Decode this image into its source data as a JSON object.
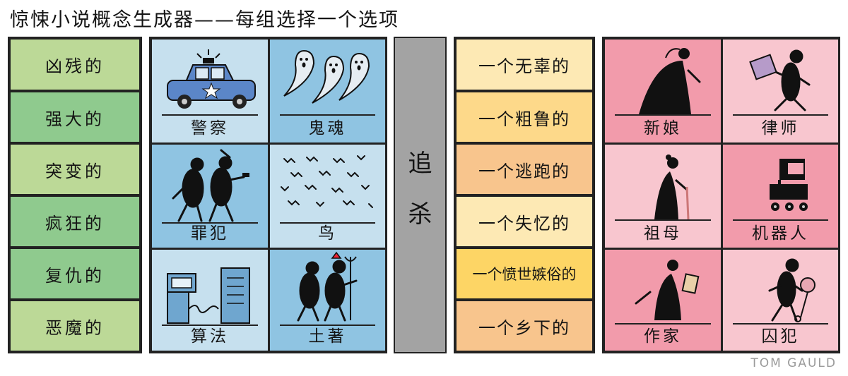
{
  "title": "惊悚小说概念生成器——每组选择一个选项",
  "adjectives": [
    "凶残的",
    "强大的",
    "突变的",
    "疯狂的",
    "复仇的",
    "恶魔的"
  ],
  "nouns": [
    "警察",
    "鬼魂",
    "罪犯",
    "鸟",
    "算法",
    "土著"
  ],
  "verb": [
    "追",
    "杀"
  ],
  "objects_adj": [
    "一个无辜的",
    "一个粗鲁的",
    "一个逃跑的",
    "一个失忆的",
    "一个愤世嫉俗的",
    "一个乡下的"
  ],
  "objects": [
    "新娘",
    "律师",
    "祖母",
    "机器人",
    "作家",
    "囚犯"
  ],
  "credit": "TOM GAULD",
  "colors": {
    "adj_rows": [
      "#bcd997",
      "#8fca8e",
      "#bcd997",
      "#8fca8e",
      "#8fca8e",
      "#bcd997"
    ],
    "noun_light": "#c6e0ee",
    "noun_dark": "#8fc4e2",
    "verb_bg": "#a3a3a3",
    "obj_adj_rows": [
      "#fde9b4",
      "#fdd98a",
      "#f8c58d",
      "#fde9b4",
      "#fdd565",
      "#f8c58d"
    ],
    "obj_light": "#f8c6cf",
    "obj_dark": "#f29bab"
  }
}
